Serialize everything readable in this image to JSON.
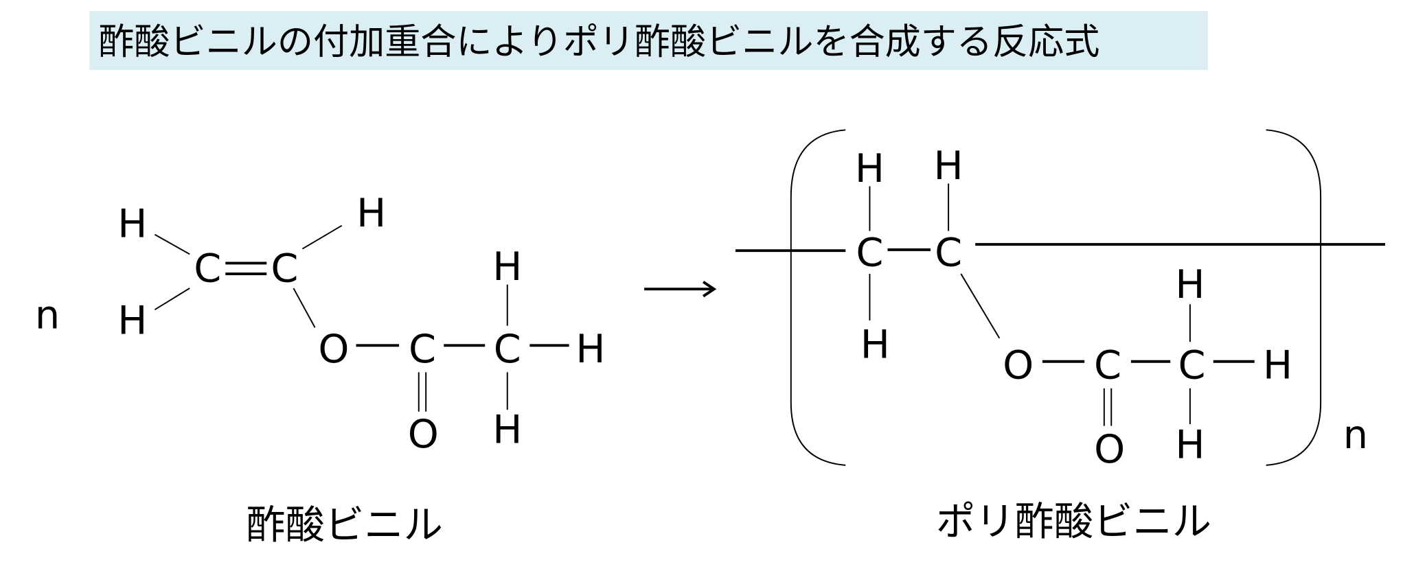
{
  "title": "酢酸ビニルの付加重合によりポリ酢酸ビニルを合成する反応式",
  "colors": {
    "title_bg": "#daeef3",
    "ink": "#000000"
  },
  "reactant": {
    "coefficient": "n",
    "atoms": {
      "H": "H",
      "C": "C",
      "O": "O"
    },
    "name": "酢酸ビニル"
  },
  "arrow": "→",
  "product": {
    "subscript": "n",
    "name": "ポリ酢酸ビニル"
  }
}
